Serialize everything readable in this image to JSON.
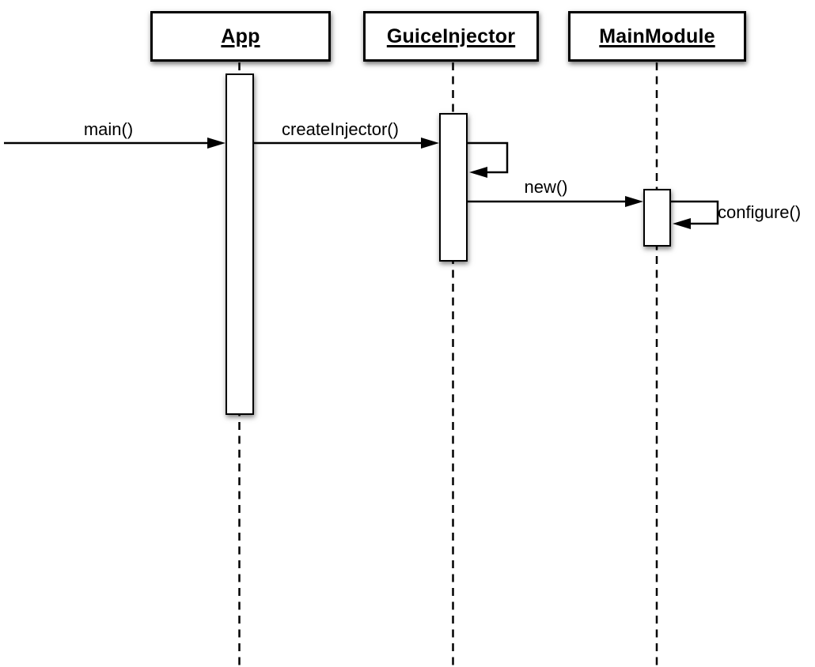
{
  "diagram": {
    "kind": "uml-sequence-diagram",
    "participants": [
      {
        "label": "App"
      },
      {
        "label": "GuiceInjector"
      },
      {
        "label": "MainModule"
      }
    ],
    "messages": [
      {
        "label": "main()",
        "from": "external",
        "to": "App"
      },
      {
        "label": "createInjector()",
        "from": "App",
        "to": "GuiceInjector"
      },
      {
        "label": "new()",
        "from": "GuiceInjector",
        "to": "MainModule"
      },
      {
        "label": "configure()",
        "from": "MainModule",
        "to": "MainModule"
      }
    ],
    "colors": {
      "stroke": "#000000",
      "fill": "#ffffff"
    }
  }
}
